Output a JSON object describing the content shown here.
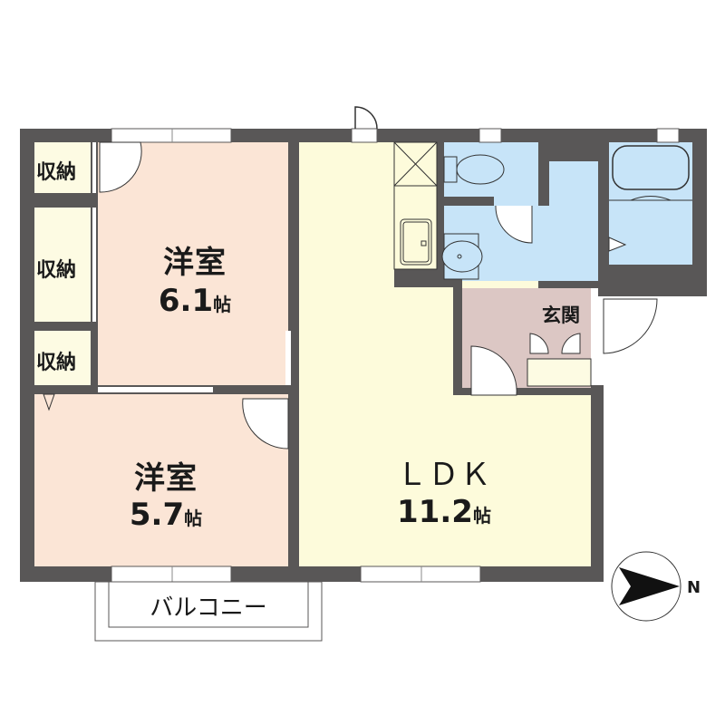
{
  "colors": {
    "wall": "#595757",
    "western_room": "#fbe5d6",
    "ldk": "#fdfbdb",
    "wet_area": "#c7e4f8",
    "entrance": "#dcc7c4",
    "storage": "#fdfbe3",
    "text": "#1a1a1a"
  },
  "rooms": {
    "western_room_1": {
      "name": "洋室",
      "size": "6.1",
      "unit": "帖"
    },
    "western_room_2": {
      "name": "洋室",
      "size": "5.7",
      "unit": "帖"
    },
    "ldk": {
      "name": "ＬＤＫ",
      "size": "11.2",
      "unit": "帖"
    },
    "entrance": {
      "name": "玄関"
    },
    "balcony": {
      "name": "バルコニー"
    },
    "storage": [
      {
        "name": "収納"
      },
      {
        "name": "収納"
      },
      {
        "name": "収納"
      }
    ]
  },
  "compass": {
    "direction_label": "N",
    "icon": "north-arrow-icon"
  }
}
